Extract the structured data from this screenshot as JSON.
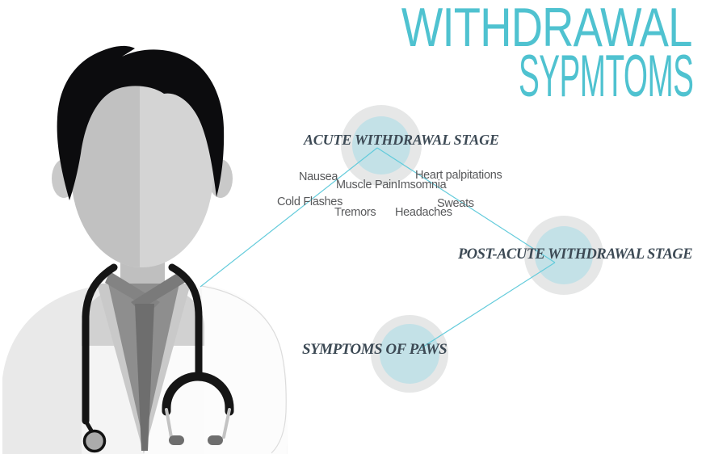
{
  "title": {
    "line1": "WITHDRAWAL",
    "line2": "SYPMTOMS"
  },
  "stages": [
    {
      "id": "acute-stage",
      "label": "ACUTE WITHDRAWAL STAGE"
    },
    {
      "id": "post-acute-stage",
      "label": "POST-ACUTE WITHDRAWAL STAGE"
    },
    {
      "id": "paws-stage",
      "label": "SYMPTOMS OF PAWS"
    }
  ],
  "symptoms": [
    "Nausea",
    "Heart palpitations",
    "Muscle Pain",
    "Imsomnia",
    "Cold Flashes",
    "Sweats",
    "Tremors",
    "Headaches"
  ],
  "connections": [
    {
      "from": "acute-stage",
      "to": "doctor-illustration"
    },
    {
      "from": "acute-stage",
      "to": "post-acute-stage"
    },
    {
      "from": "post-acute-stage",
      "to": "paws-stage"
    }
  ],
  "illustration": {
    "name": "doctor-avatar"
  },
  "colors": {
    "accent": "#4FC2D0",
    "connector_line": "#63CBDB",
    "circle_inner": "#C3E1E7",
    "circle_ring": "#E6E7E7",
    "stage_label": "#3D4A55",
    "symptom_label": "#58595B",
    "background": "#FFFFFF"
  }
}
